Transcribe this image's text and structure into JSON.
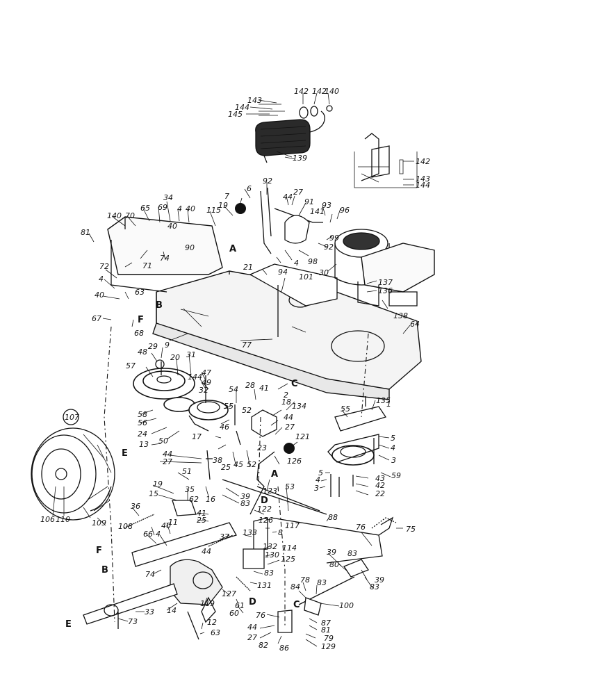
{
  "diagram": {
    "labels": [
      {
        "id": "143",
        "text": "143"
      },
      {
        "id": "144",
        "text": "144"
      },
      {
        "id": "145",
        "text": "145"
      },
      {
        "id": "142",
        "text": "142"
      },
      {
        "id": "142b",
        "text": "142"
      },
      {
        "id": "140",
        "text": "140"
      },
      {
        "id": "139",
        "text": "139"
      },
      {
        "id": "i142",
        "text": "142"
      },
      {
        "id": "i143",
        "text": "143"
      },
      {
        "id": "i144",
        "text": "144"
      },
      {
        "id": "92",
        "text": "92"
      },
      {
        "id": "6",
        "text": "6"
      },
      {
        "id": "7",
        "text": "7"
      },
      {
        "id": "44a",
        "text": "44"
      },
      {
        "id": "27a",
        "text": "27"
      },
      {
        "id": "91",
        "text": "91"
      },
      {
        "id": "93",
        "text": "93"
      },
      {
        "id": "141",
        "text": "141"
      },
      {
        "id": "96",
        "text": "96"
      },
      {
        "id": "99",
        "text": "99"
      },
      {
        "id": "92b",
        "text": "92"
      },
      {
        "id": "98",
        "text": "98"
      },
      {
        "id": "4a",
        "text": "4"
      },
      {
        "id": "94",
        "text": "94"
      },
      {
        "id": "30",
        "text": "30"
      },
      {
        "id": "21",
        "text": "21"
      },
      {
        "id": "101",
        "text": "101"
      },
      {
        "id": "137",
        "text": "137"
      },
      {
        "id": "136",
        "text": "136"
      },
      {
        "id": "138",
        "text": "138"
      },
      {
        "id": "64",
        "text": "64"
      },
      {
        "id": "34",
        "text": "34"
      },
      {
        "id": "140b",
        "text": "140"
      },
      {
        "id": "70",
        "text": "70"
      },
      {
        "id": "65",
        "text": "65"
      },
      {
        "id": "69",
        "text": "69"
      },
      {
        "id": "4b",
        "text": "4"
      },
      {
        "id": "40a",
        "text": "40"
      },
      {
        "id": "115",
        "text": "115"
      },
      {
        "id": "19a",
        "text": "19"
      },
      {
        "id": "81",
        "text": "81"
      },
      {
        "id": "40b",
        "text": "40"
      },
      {
        "id": "90",
        "text": "90"
      },
      {
        "id": "71",
        "text": "71"
      },
      {
        "id": "74a",
        "text": "74"
      },
      {
        "id": "72",
        "text": "72"
      },
      {
        "id": "4c",
        "text": "4"
      },
      {
        "id": "63a",
        "text": "63"
      },
      {
        "id": "40c",
        "text": "40"
      },
      {
        "id": "67",
        "text": "67"
      },
      {
        "id": "68",
        "text": "68"
      },
      {
        "id": "77",
        "text": "77"
      },
      {
        "id": "9",
        "text": "9"
      },
      {
        "id": "48",
        "text": "48"
      },
      {
        "id": "29",
        "text": "29"
      },
      {
        "id": "20",
        "text": "20"
      },
      {
        "id": "31",
        "text": "31"
      },
      {
        "id": "47",
        "text": "47"
      },
      {
        "id": "49",
        "text": "49"
      },
      {
        "id": "57",
        "text": "57"
      },
      {
        "id": "144b",
        "text": "144"
      },
      {
        "id": "32",
        "text": "32"
      },
      {
        "id": "54",
        "text": "54"
      },
      {
        "id": "28",
        "text": "28"
      },
      {
        "id": "41a",
        "text": "41"
      },
      {
        "id": "2",
        "text": "2"
      },
      {
        "id": "134",
        "text": "134"
      },
      {
        "id": "135",
        "text": "135"
      },
      {
        "id": "1",
        "text": "1"
      },
      {
        "id": "58",
        "text": "58"
      },
      {
        "id": "56",
        "text": "56"
      },
      {
        "id": "55a",
        "text": "55"
      },
      {
        "id": "52a",
        "text": "52"
      },
      {
        "id": "18",
        "text": "18"
      },
      {
        "id": "44b",
        "text": "44"
      },
      {
        "id": "27b",
        "text": "27"
      },
      {
        "id": "55b",
        "text": "55"
      },
      {
        "id": "24",
        "text": "24"
      },
      {
        "id": "46",
        "text": "46"
      },
      {
        "id": "50",
        "text": "50"
      },
      {
        "id": "17",
        "text": "17"
      },
      {
        "id": "23",
        "text": "23"
      },
      {
        "id": "121",
        "text": "121"
      },
      {
        "id": "5a",
        "text": "5"
      },
      {
        "id": "4d",
        "text": "4"
      },
      {
        "id": "3a",
        "text": "3"
      },
      {
        "id": "107",
        "text": "107"
      },
      {
        "id": "13",
        "text": "13"
      },
      {
        "id": "44c",
        "text": "44"
      },
      {
        "id": "38",
        "text": "38"
      },
      {
        "id": "27c",
        "text": "27"
      },
      {
        "id": "25a",
        "text": "25"
      },
      {
        "id": "45",
        "text": "45"
      },
      {
        "id": "52b",
        "text": "52"
      },
      {
        "id": "126a",
        "text": "126"
      },
      {
        "id": "5b",
        "text": "5"
      },
      {
        "id": "4e",
        "text": "4"
      },
      {
        "id": "3b",
        "text": "3"
      },
      {
        "id": "43",
        "text": "43"
      },
      {
        "id": "42",
        "text": "42"
      },
      {
        "id": "22",
        "text": "22"
      },
      {
        "id": "59",
        "text": "59"
      },
      {
        "id": "51",
        "text": "51"
      },
      {
        "id": "19b",
        "text": "19"
      },
      {
        "id": "35",
        "text": "35"
      },
      {
        "id": "15",
        "text": "15"
      },
      {
        "id": "62",
        "text": "62"
      },
      {
        "id": "16",
        "text": "16"
      },
      {
        "id": "39a",
        "text": "39"
      },
      {
        "id": "83a",
        "text": "83"
      },
      {
        "id": "123",
        "text": "123"
      },
      {
        "id": "53",
        "text": "53"
      },
      {
        "id": "36",
        "text": "36"
      },
      {
        "id": "41b",
        "text": "41"
      },
      {
        "id": "25b",
        "text": "25"
      },
      {
        "id": "106",
        "text": "106"
      },
      {
        "id": "110",
        "text": "110"
      },
      {
        "id": "109",
        "text": "109"
      },
      {
        "id": "108",
        "text": "108"
      },
      {
        "id": "122",
        "text": "122"
      },
      {
        "id": "117",
        "text": "117"
      },
      {
        "id": "126b",
        "text": "126"
      },
      {
        "id": "8",
        "text": "8"
      },
      {
        "id": "88",
        "text": "88"
      },
      {
        "id": "76a",
        "text": "76"
      },
      {
        "id": "75",
        "text": "75"
      },
      {
        "id": "40d",
        "text": "40"
      },
      {
        "id": "11",
        "text": "11"
      },
      {
        "id": "66",
        "text": "66"
      },
      {
        "id": "4f",
        "text": "4"
      },
      {
        "id": "37",
        "text": "37"
      },
      {
        "id": "133",
        "text": "133"
      },
      {
        "id": "114",
        "text": "114"
      },
      {
        "id": "44d",
        "text": "44"
      },
      {
        "id": "132",
        "text": "132"
      },
      {
        "id": "130",
        "text": "130"
      },
      {
        "id": "125",
        "text": "125"
      },
      {
        "id": "39b",
        "text": "39"
      },
      {
        "id": "83b",
        "text": "83"
      },
      {
        "id": "80",
        "text": "80"
      },
      {
        "id": "39c",
        "text": "39"
      },
      {
        "id": "83c",
        "text": "83"
      },
      {
        "id": "74b",
        "text": "74"
      },
      {
        "id": "83d",
        "text": "83"
      },
      {
        "id": "131",
        "text": "131"
      },
      {
        "id": "78",
        "text": "78"
      },
      {
        "id": "83e",
        "text": "83"
      },
      {
        "id": "127",
        "text": "127"
      },
      {
        "id": "61",
        "text": "61"
      },
      {
        "id": "60",
        "text": "60"
      },
      {
        "id": "84",
        "text": "84"
      },
      {
        "id": "100",
        "text": "100"
      },
      {
        "id": "14",
        "text": "14"
      },
      {
        "id": "119",
        "text": "119"
      },
      {
        "id": "33",
        "text": "33"
      },
      {
        "id": "73",
        "text": "73"
      },
      {
        "id": "12",
        "text": "12"
      },
      {
        "id": "63b",
        "text": "63"
      },
      {
        "id": "76b",
        "text": "76"
      },
      {
        "id": "87",
        "text": "87"
      },
      {
        "id": "81b",
        "text": "81"
      },
      {
        "id": "44e",
        "text": "44"
      },
      {
        "id": "27d",
        "text": "27"
      },
      {
        "id": "82",
        "text": "82"
      },
      {
        "id": "86",
        "text": "86"
      },
      {
        "id": "79",
        "text": "79"
      },
      {
        "id": "129",
        "text": "129"
      }
    ],
    "letters": [
      {
        "id": "A1",
        "text": "A"
      },
      {
        "id": "A2",
        "text": "A"
      },
      {
        "id": "B1",
        "text": "B"
      },
      {
        "id": "B2",
        "text": "B"
      },
      {
        "id": "C1",
        "text": "C"
      },
      {
        "id": "C2",
        "text": "C"
      },
      {
        "id": "D1",
        "text": "D"
      },
      {
        "id": "D2",
        "text": "D"
      },
      {
        "id": "E1",
        "text": "E"
      },
      {
        "id": "E2",
        "text": "E"
      },
      {
        "id": "F1",
        "text": "F"
      },
      {
        "id": "F2",
        "text": "F"
      }
    ]
  }
}
